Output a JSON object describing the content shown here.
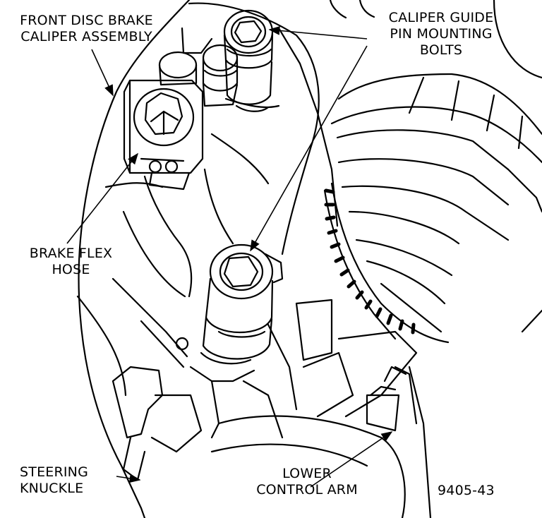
{
  "labels": {
    "caliper_assembly": [
      "FRONT DISC BRAKE",
      "CALIPER ASSEMBLY"
    ],
    "guide_pin_bolts": [
      "CALIPER GUIDE",
      "PIN MOUNTING",
      "BOLTS"
    ],
    "flex_hose": [
      "BRAKE FLEX",
      "HOSE"
    ],
    "steering_knuckle": [
      "STEERING",
      "KNUCKLE"
    ],
    "lower_control_arm": [
      "LOWER",
      "CONTROL ARM"
    ],
    "figure_number": "9405-43"
  }
}
